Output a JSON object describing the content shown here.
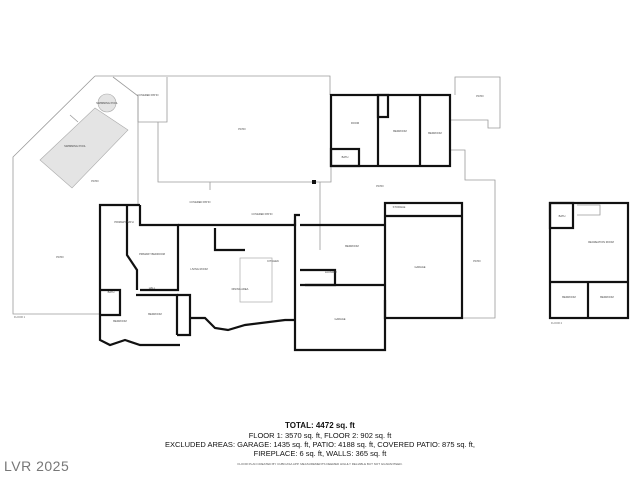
{
  "plan": {
    "floor1_label": "FLOOR 1",
    "floor2_label": "FLOOR 2",
    "rooms": {
      "pool": "SWIMMING POOL",
      "spa": "SWIMMING POOL",
      "covered_patio_top": "COVERED PATIO",
      "patio_top": "PATIO",
      "patio_left": "PATIO",
      "patio_mid": "PATIO",
      "patio_right": "PATIO",
      "patio_far": "PATIO",
      "room": "ROOM",
      "bedroom_top1": "BEDROOM",
      "bedroom_top2": "BEDROOM",
      "bath_top": "BATH",
      "primary_bath": "PRIMARY BATH",
      "primary_bedroom": "PRIMARY BEDROOM",
      "living_room": "LIVING ROOM",
      "covered_patio": "COVERED PATIO",
      "kitchen": "KITCHEN",
      "dining_area": "DINING AREA",
      "hall": "HALL",
      "bath_left": "BATH",
      "bedroom_left": "BEDROOM",
      "bedroom_mid": "BEDROOM",
      "bedroom_right": "BEDROOM",
      "laundry": "LAUNDRY",
      "storage": "STORAGE",
      "garage_big": "GARAGE",
      "garage_small": "GARAGE",
      "f2_bath": "BATH",
      "f2_rec_room": "RECREATION ROOM",
      "f2_bedroom1": "BEDROOM",
      "f2_bedroom2": "BEDROOM"
    }
  },
  "summary": {
    "total": "TOTAL: 4472 sq. ft",
    "floors": "FLOOR 1: 3570 sq. ft, FLOOR 2: 902 sq. ft",
    "excluded": "EXCLUDED AREAS: GARAGE: 1435 sq. ft, PATIO: 4188 sq. ft, COVERED PATIO: 875 sq. ft,",
    "excluded2": "FIREPLACE: 6 sq. ft, WALLS: 365 sq. ft",
    "credit": "FLOOR PLAN CREATED BY CUBICASA APP. MEASUREMENTS DEEMED HIGHLY RELIABLE BUT NOT GUARANTEED."
  },
  "watermark": "LVR 2025",
  "colors": {
    "wall": "#111111",
    "outline": "#9a9a9a",
    "pool": "#e4e4e4"
  }
}
